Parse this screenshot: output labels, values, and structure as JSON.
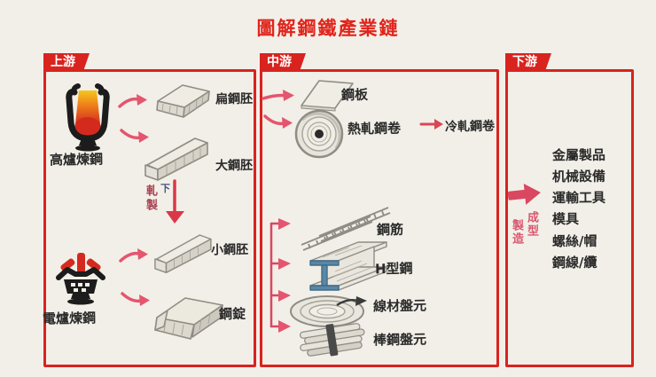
{
  "title": "圖解鋼鐵產業鏈",
  "colors": {
    "accent_red": "#d8231f",
    "arrow_pink": "#e4556e",
    "sketch_gray": "#8f8c85",
    "hbeam_blue": "#5b87a6",
    "ink_black": "#2b2b2b",
    "background": "#f2efe8"
  },
  "upstream": {
    "tab": "上游",
    "blast_furnace_label": "高爐煉鋼",
    "electric_furnace_label": "電爐煉鋼",
    "rolling_label": "軋製",
    "rolling_note": "下",
    "products": {
      "slab": "扁鋼胚",
      "bloom": "大鋼胚",
      "billet": "小鋼胚",
      "ingot": "鋼錠"
    }
  },
  "midstream": {
    "tab": "中游",
    "plate_label": "鋼板",
    "hot_rolled_coil_label": "熱軋鋼卷",
    "cold_rolled_coil_label": "冷軋鋼卷",
    "long_products": [
      "鋼筋",
      "H型鋼",
      "線材盤元",
      "棒鋼盤元"
    ]
  },
  "downstream": {
    "tab": "下游",
    "process_label_right": "成型",
    "process_label_left": "製造",
    "items": [
      "金屬製品",
      "机械設備",
      "運輸工具",
      "模具",
      "螺絲/帽",
      "鋼線/纜"
    ]
  }
}
